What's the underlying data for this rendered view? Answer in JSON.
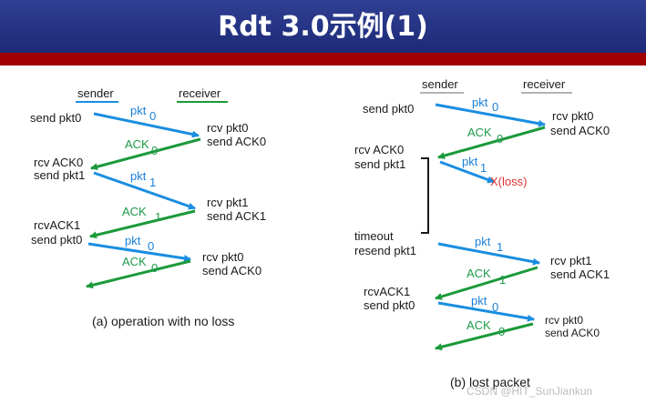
{
  "slide": {
    "title": "Rdt 3.0示例(1)",
    "watermark": "CSDN @HIT_SunJiankun"
  },
  "colors": {
    "title_bar": "#24338a",
    "accent_band": "#a10000",
    "pkt_arrow": "#1a8ee0",
    "ack_arrow": "#1b9a3a",
    "loss_text": "#e03030"
  },
  "diagram_a": {
    "sender_header": "sender",
    "receiver_header": "receiver",
    "caption": "(a) operation with no loss",
    "sender_labels": [
      "send pkt0",
      "rcv ACK0",
      "send pkt1",
      "rcvACK1",
      "send pkt0"
    ],
    "receiver_labels": [
      "rcv pkt0",
      "send ACK0",
      "rcv pkt1",
      "send ACK1",
      "rcv pkt0",
      "send ACK0"
    ],
    "pkt_labels": [
      "pkt",
      "0",
      "pkt",
      "1",
      "pkt",
      "0"
    ],
    "ack_labels": [
      "ACK",
      "0",
      "ACK",
      "1",
      "ACK",
      "0"
    ]
  },
  "diagram_b": {
    "sender_header": "sender",
    "receiver_header": "receiver",
    "caption": "(b) lost packet",
    "sender_labels": [
      "send pkt0",
      "rcv ACK0",
      "send pkt1",
      "timeout",
      "resend pkt1",
      "rcvACK1",
      "send pkt0"
    ],
    "receiver_labels": [
      "rcv pkt0",
      "send ACK0",
      "rcv pkt1",
      "send ACK1",
      "rcv pkt0",
      "send ACK0"
    ],
    "pkt_labels": [
      "pkt",
      "0",
      "pkt",
      "1",
      "pkt",
      "1",
      "pkt",
      "0"
    ],
    "ack_labels": [
      "ACK",
      "0",
      "ACK",
      "1",
      "ACK",
      "0"
    ],
    "loss_label": "X(loss)"
  }
}
